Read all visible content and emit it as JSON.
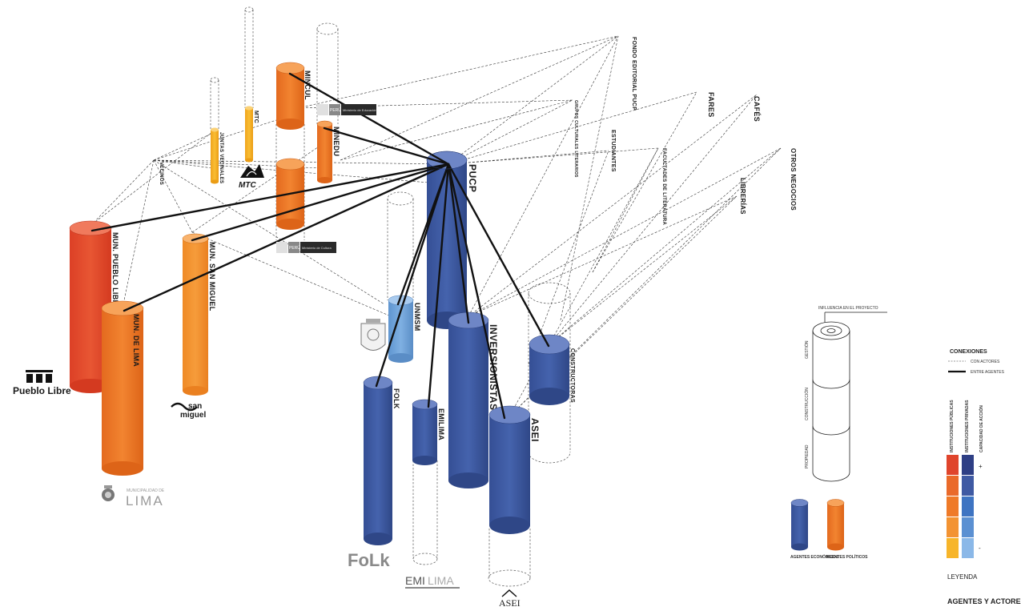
{
  "colors": {
    "dark_blue": "#3f5aa3",
    "mid_blue": "#3e74c2",
    "light_blue": "#72a6dc",
    "red": "#e0452c",
    "orange": "#ef7a28",
    "light_orange": "#f39332",
    "yellow": "#f7b52a",
    "black": "#111111"
  },
  "agents": {
    "pucp": "PUCP",
    "minedu": "MINEDU",
    "mincul": "MINCUL",
    "mtc": "MTC",
    "juntas": "JUNTAS VECINALES",
    "vecinos": "VECINOS",
    "pueblo_libre": "MUN. PUEBLO LIBRE",
    "lima": "MUN. DE LIMA",
    "san_miguel": "MUN. SAN MIGUEL",
    "unmsm": "UNMSM",
    "folk": "FOLK",
    "emilima": "EMILIMA",
    "inversionistas": "INVERSIONISTAS",
    "asei": "ASEI",
    "constructoras": "CONSTRUCTORAS"
  },
  "actors": {
    "fondo": "FONDO EDITORIAL PUCP",
    "fares": "FARES",
    "cafes": "CAFÉS",
    "otros": "OTROS NEGOCIOS",
    "librerias": "LIBRERÍAS",
    "estudiantes": "ESTUDIANTES",
    "facultades": "FACULTADES DE LITERATURA",
    "grupos": "GRUPOS CULTURALES LITERARIOS"
  },
  "logos": {
    "pueblo_libre": "Pueblo Libre",
    "san_miguel_1": "san",
    "san_miguel_2": "miguel",
    "lima_small": "MUNICIPALIDAD DE",
    "lima_big": "LIMA",
    "folk": "FoLk",
    "emi": "EMI",
    "lima": "LIMA",
    "asei": "ASEI",
    "mtc": "MTC",
    "peru": "PERÚ",
    "ministerio_cultura": "Ministerio de Cultura",
    "ministerio_educacion": "Ministerio de Educación"
  },
  "legend": {
    "influencia": "INFLUENCIA EN EL PROYECTO",
    "gestion": "GESTIÓN",
    "construccion": "CONSTRUCCIÓN",
    "propiedad": "PROPIEDAD",
    "conexiones": "CONEXIONES",
    "con_actores": "CON ACTORES",
    "entre_agentes": "ENTRE AGENTES",
    "agentes_economicos": "AGENTES ECONÓMICOS",
    "agentes_politicos": "AGENTES POLÍTICOS",
    "inst_publicas": "INSTITUCIONES PÚBLICAS",
    "inst_privadas": "INSTITUCIONES PRIVADAS",
    "capacidad": "CAPACIDAD DE ACCIÓN",
    "plus": "+",
    "minus": "-",
    "leyenda": "LEYENDA",
    "title": "AGENTES Y ACTORES"
  }
}
